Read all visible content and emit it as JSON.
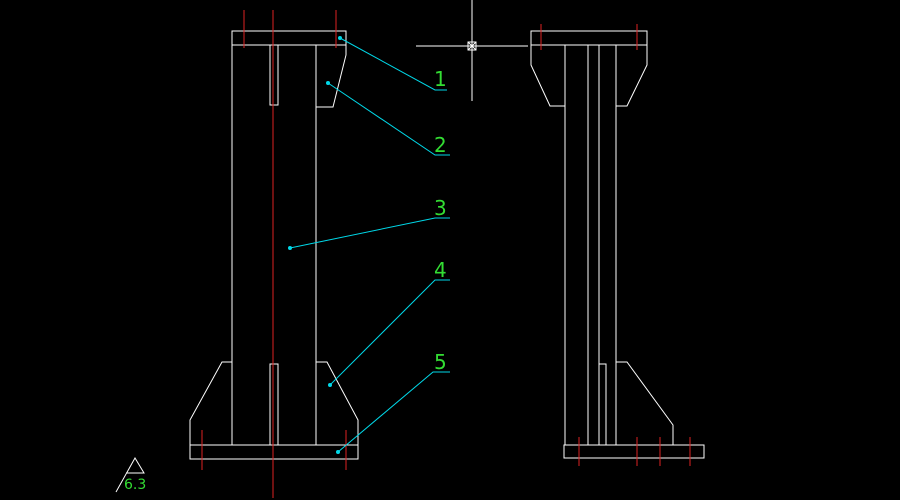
{
  "colors": {
    "background": "#000000",
    "geometry": "#ffffff",
    "centerline": "#dd2222",
    "leader": "#00d8e8",
    "label": "#33dd33"
  },
  "callouts": [
    {
      "id": "1",
      "label": "1"
    },
    {
      "id": "2",
      "label": "2"
    },
    {
      "id": "3",
      "label": "3"
    },
    {
      "id": "4",
      "label": "4"
    },
    {
      "id": "5",
      "label": "5"
    }
  ],
  "roughness_symbol": {
    "value": "6.3"
  }
}
